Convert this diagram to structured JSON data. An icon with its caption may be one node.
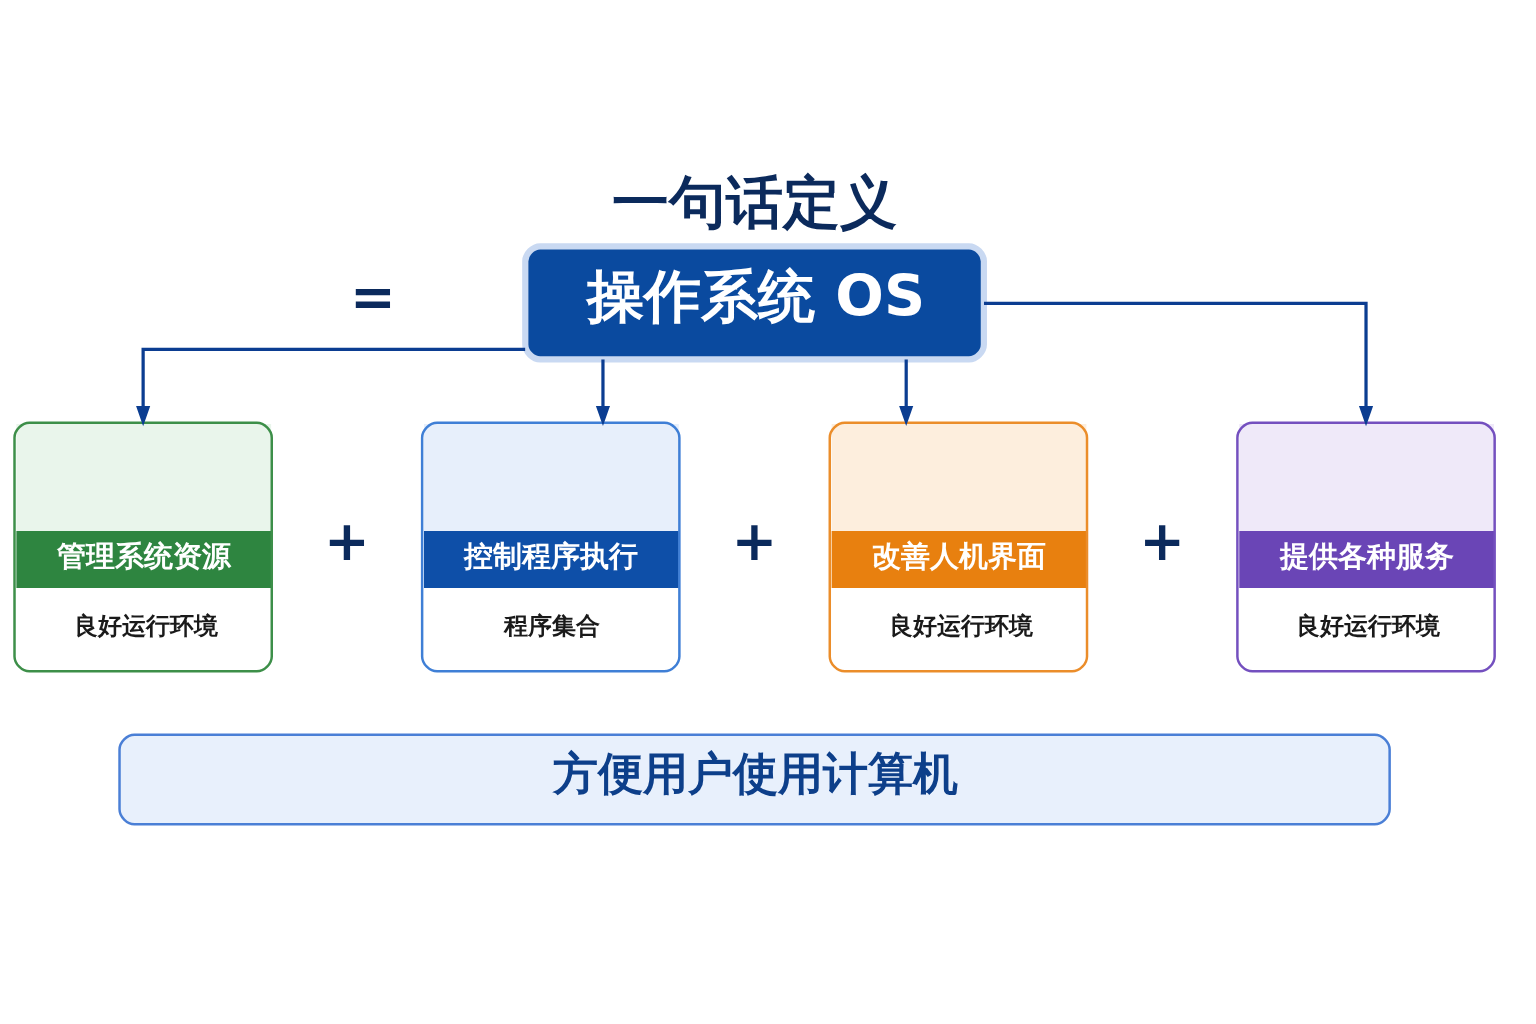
{
  "diagram": {
    "title": "一句话定义",
    "nodes": [
      {
        "text": [
          "操作系统 OS"
        ]
      },
      {
        "text": [
          "管理系统资源",
          "良好运行环境"
        ]
      },
      {
        "text": [
          "控制程序执行",
          "程序集合"
        ]
      },
      {
        "text": [
          "改善人机界面",
          "良好运行环境"
        ]
      },
      {
        "text": [
          "提供各种服务",
          "良好运行环境"
        ]
      },
      {
        "text": [
          "方便用户使用计算机"
        ]
      }
    ],
    "edges": [
      {
        "from": 0,
        "to": 1,
        "arrow": "to"
      },
      {
        "from": 0,
        "to": 2,
        "arrow": "to"
      },
      {
        "from": 0,
        "to": 3,
        "arrow": "to"
      },
      {
        "from": 0,
        "to": 4,
        "arrow": "to"
      }
    ],
    "labels": [
      "=",
      "+",
      "+",
      "+"
    ]
  }
}
